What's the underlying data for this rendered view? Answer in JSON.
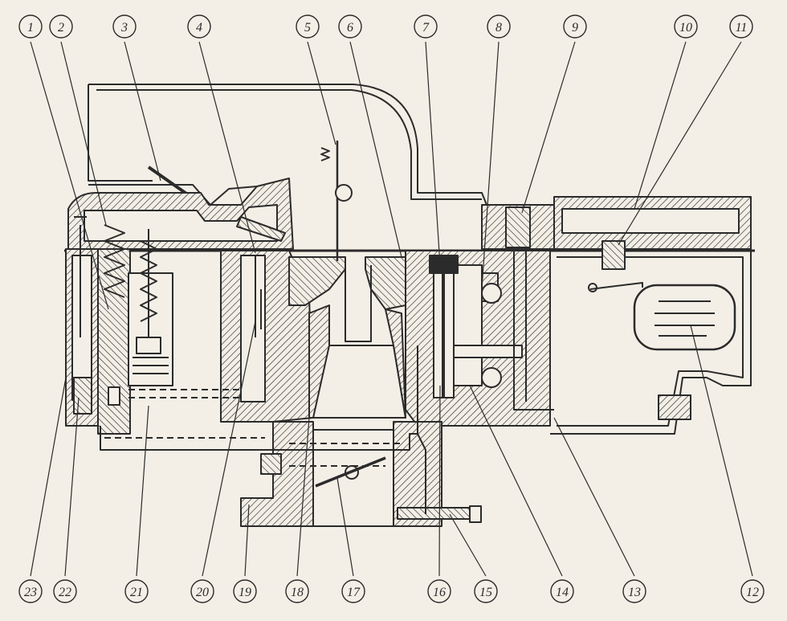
{
  "diagram": {
    "colors": {
      "background": "#f4efe6",
      "ink": "#2b2b2b",
      "hatch": "#3a3a3a",
      "paper": "#f4efe6"
    },
    "callouts_top": [
      {
        "label": "1"
      },
      {
        "label": "2"
      },
      {
        "label": "3"
      },
      {
        "label": "4"
      },
      {
        "label": "5"
      },
      {
        "label": "6"
      },
      {
        "label": "7"
      },
      {
        "label": "8"
      },
      {
        "label": "9"
      },
      {
        "label": "10"
      },
      {
        "label": "11"
      }
    ],
    "callouts_bottom": [
      {
        "label": "23"
      },
      {
        "label": "22"
      },
      {
        "label": "21"
      },
      {
        "label": "20"
      },
      {
        "label": "19"
      },
      {
        "label": "18"
      },
      {
        "label": "17"
      },
      {
        "label": "16"
      },
      {
        "label": "15"
      },
      {
        "label": "14"
      },
      {
        "label": "13"
      },
      {
        "label": "12"
      }
    ]
  }
}
